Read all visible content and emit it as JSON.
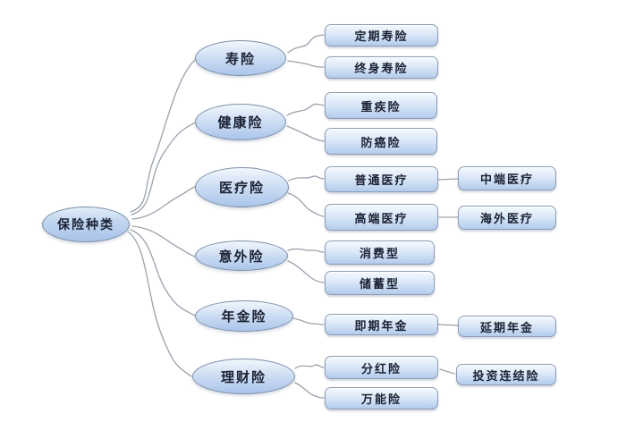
{
  "diagram": {
    "root": {
      "label": "保险种类"
    },
    "branches": [
      {
        "label": "寿险",
        "children": [
          {
            "label": "定期寿险"
          },
          {
            "label": "终身寿险"
          }
        ]
      },
      {
        "label": "健康险",
        "children": [
          {
            "label": "重疾险"
          },
          {
            "label": "防癌险"
          }
        ]
      },
      {
        "label": "医疗险",
        "children": [
          {
            "label": "普通医疗",
            "child": {
              "label": "中端医疗"
            }
          },
          {
            "label": "高端医疗",
            "child": {
              "label": "海外医疗"
            }
          }
        ]
      },
      {
        "label": "意外险",
        "children": [
          {
            "label": "消费型"
          },
          {
            "label": "储蓄型"
          }
        ]
      },
      {
        "label": "年金险",
        "children": [
          {
            "label": "即期年金",
            "child": {
              "label": "延期年金"
            }
          }
        ]
      },
      {
        "label": "理财险",
        "children": [
          {
            "label": "分红险",
            "child": {
              "label": "投资连结险"
            }
          },
          {
            "label": "万能险"
          }
        ]
      }
    ],
    "colors": {
      "node_fill_light": "#f1f7fd",
      "node_fill_dark": "#aac5ea",
      "node_border": "#7e8fa8",
      "box_border": "#8d9cb5",
      "text": "#1b2233",
      "connector": "#9aa3ad",
      "background": "#ffffff"
    }
  }
}
